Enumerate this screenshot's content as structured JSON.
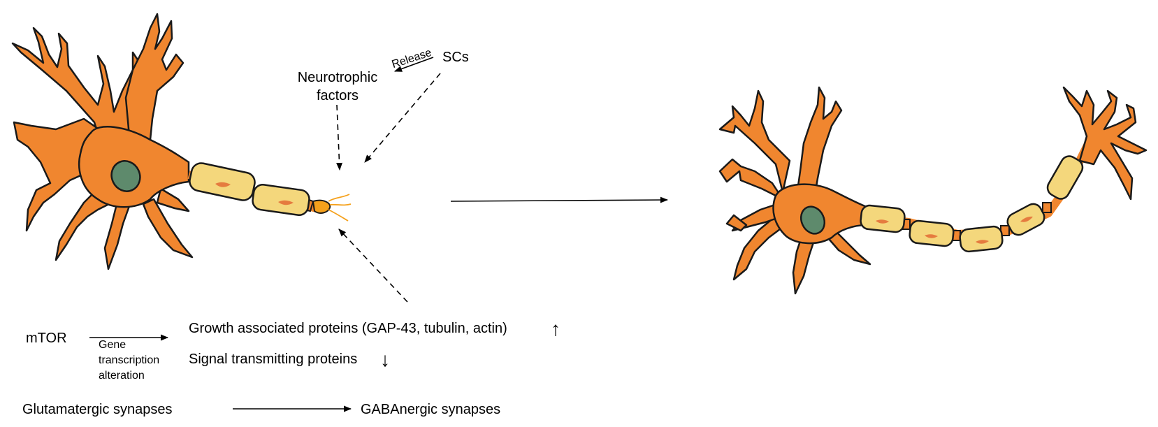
{
  "labels": {
    "scs": "SCs",
    "release": "Release",
    "neurotrophic_line1": "Neurotrophic",
    "neurotrophic_line2": "factors",
    "mtor": "mTOR",
    "gene_line1": "Gene",
    "gene_line2": "transcription",
    "gene_line3": "alteration",
    "growth_proteins": "Growth associated proteins (GAP-43, tubulin, actin)",
    "signal_proteins": "Signal transmitting proteins",
    "up_arrow": "↑",
    "down_arrow": "↓",
    "glutamatergic": "Glutamatergic synapses",
    "gabanergic": "GABAnergic synapses"
  },
  "colors": {
    "neuron_body": "#F0862F",
    "nucleus": "#5E8A6C",
    "myelin": "#F4D77C",
    "myelin_mark": "#E57B3F",
    "growth_cone": "#F5A11C",
    "outline": "#1a1a1a"
  }
}
